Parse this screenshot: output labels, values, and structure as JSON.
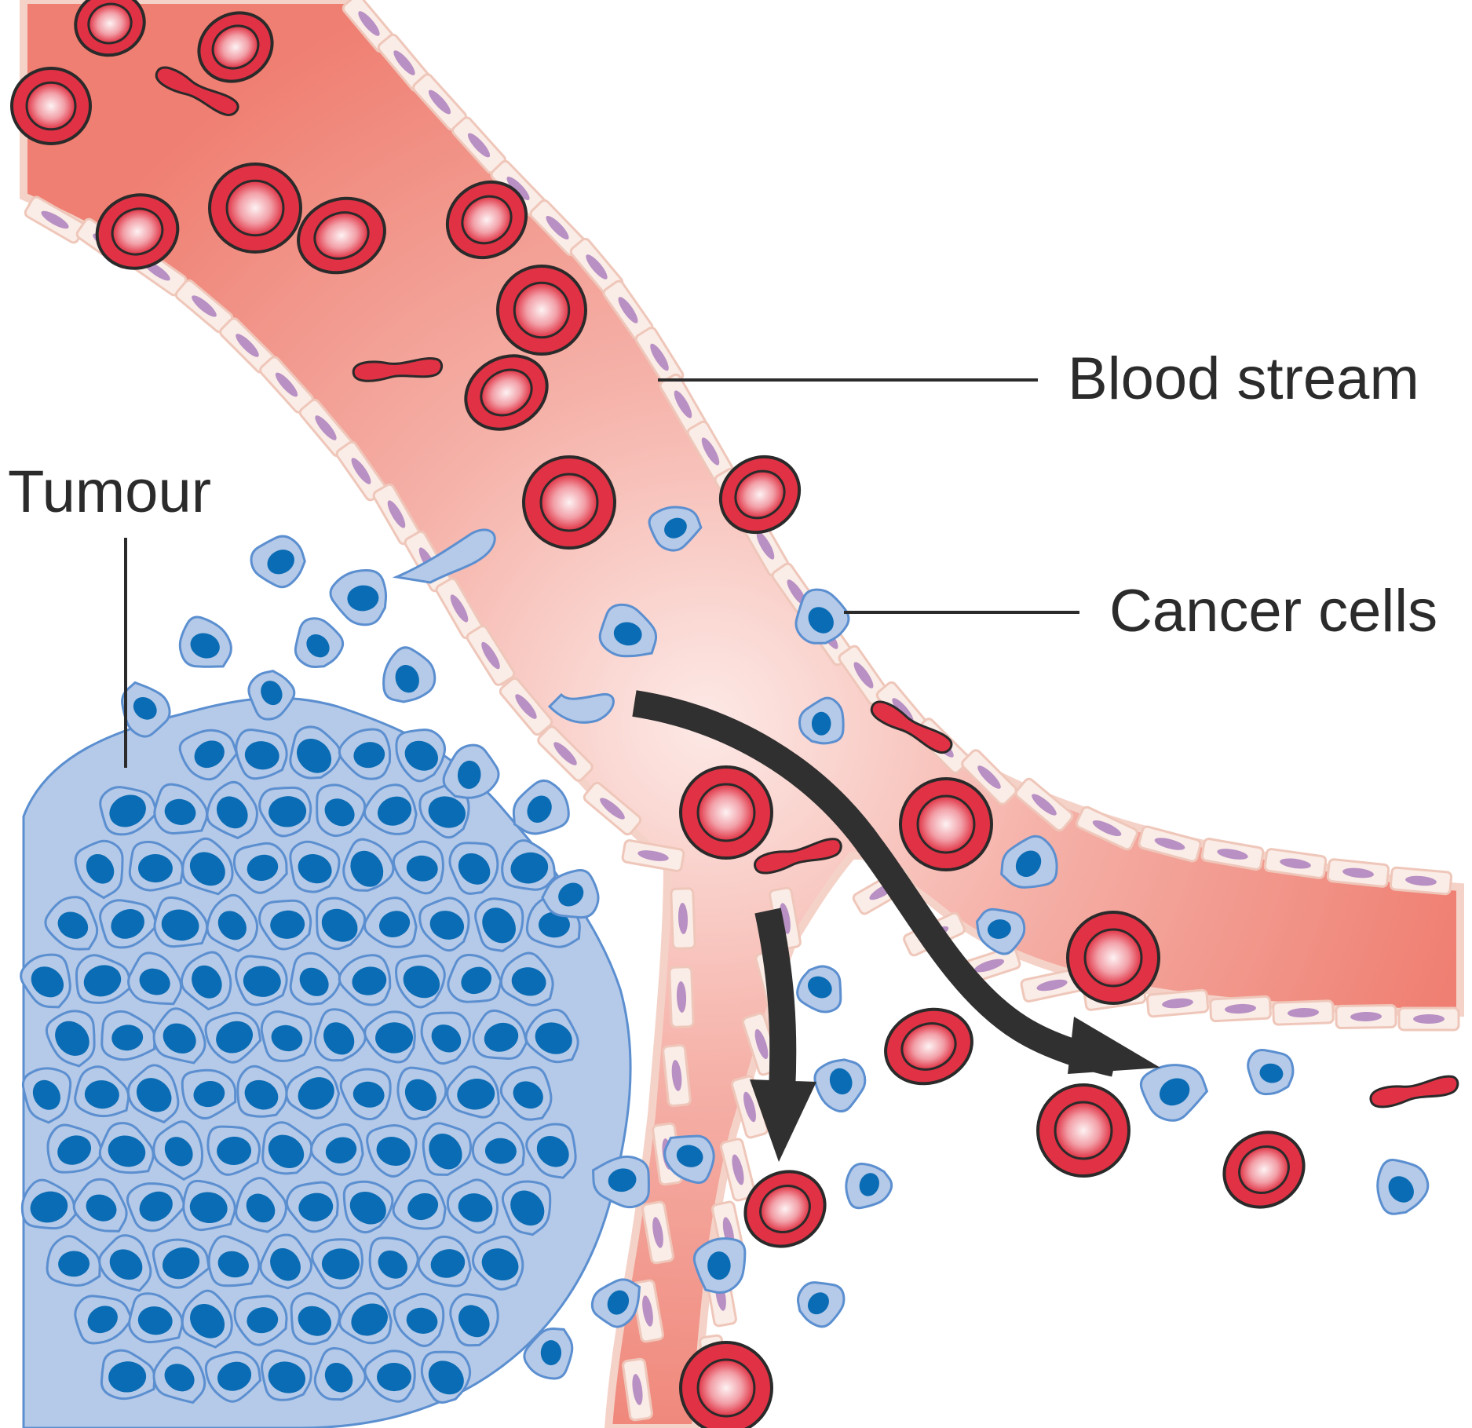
{
  "labels": {
    "tumour": "Tumour",
    "blood_stream": "Blood stream",
    "cancer_cells": "Cancer cells"
  },
  "colors": {
    "vessel_outer": "#f08378",
    "vessel_inner": "#fde8e4",
    "vessel_wall": "#f8e6e0",
    "wall_nucleus": "#b890c4",
    "red_cell": "#e03244",
    "red_cell_center": "#fbe3e6",
    "cancer_cell_fill": "#b5c9e8",
    "cancer_cell_stroke": "#5b8fd0",
    "cancer_nucleus": "#0a6cb4",
    "arrow": "#303030",
    "label_text": "#2b2b2b"
  },
  "icons": {
    "red_blood_cell": "red-blood-cell-icon",
    "platelet": "platelet-icon",
    "cancer_cell": "cancer-cell-icon",
    "flow_arrow": "flow-arrow-icon"
  }
}
